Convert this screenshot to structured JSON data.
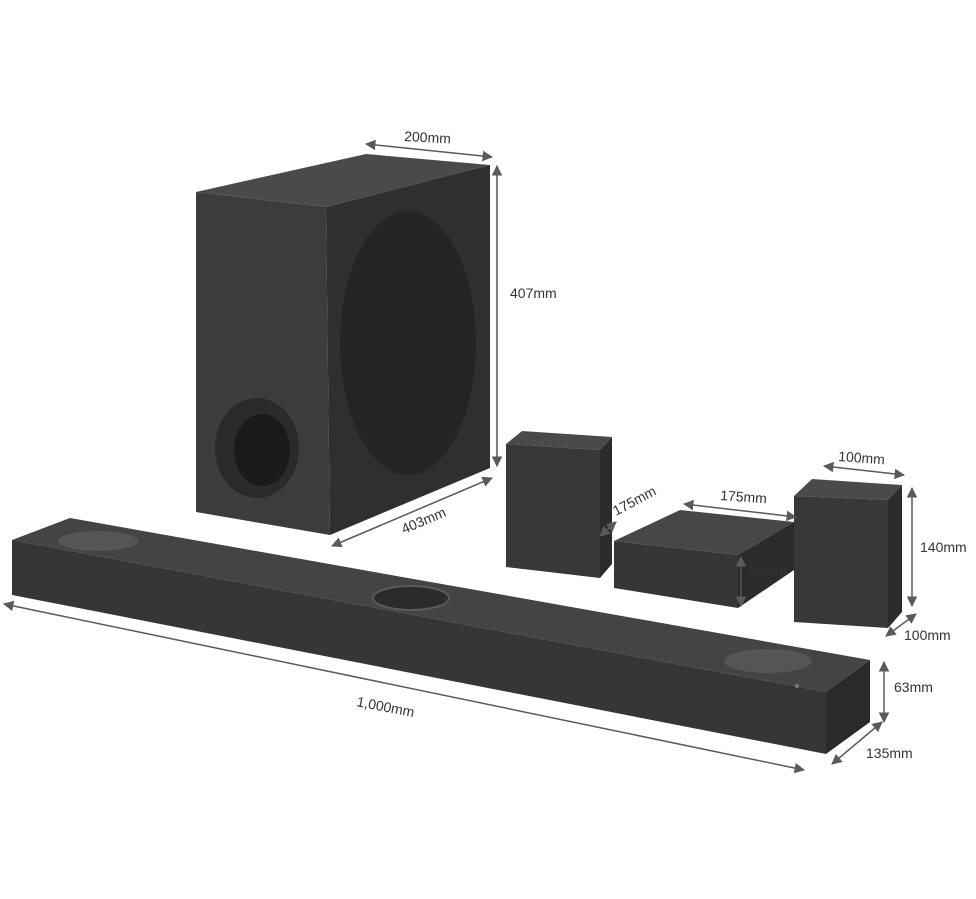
{
  "colors": {
    "background": "#ffffff",
    "device_front": "#3c3c3c",
    "device_side": "#2e2e2e",
    "device_top": "#4a4a4a",
    "dimension_line": "#5a5a5a",
    "label_text": "#333333"
  },
  "subwoofer": {
    "width": "200mm",
    "height": "407mm",
    "depth": "403mm"
  },
  "rear_speaker_left": {
    "depth": "175mm"
  },
  "wireless_receiver": {
    "width": "175mm",
    "height": "60mm"
  },
  "rear_speaker_right": {
    "width": "100mm",
    "height": "140mm",
    "depth": "100mm"
  },
  "soundbar": {
    "width": "1,000mm",
    "height": "63mm",
    "depth": "135mm"
  }
}
